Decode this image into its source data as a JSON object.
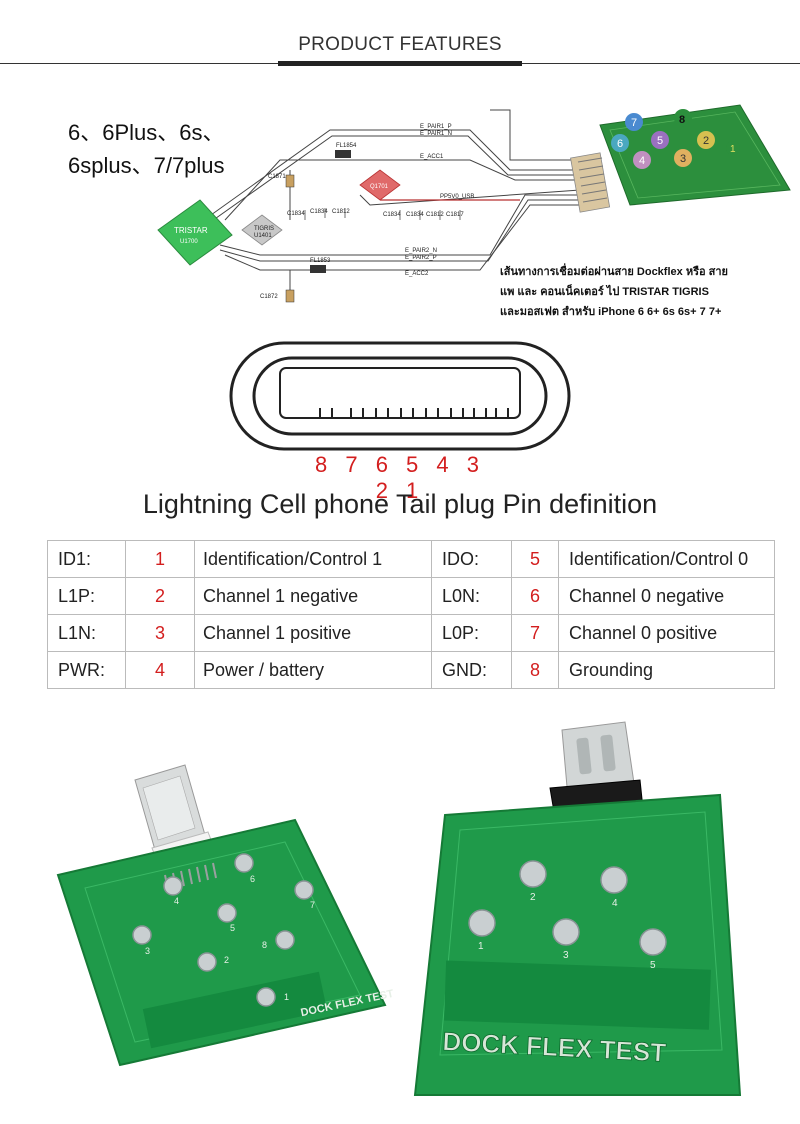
{
  "header": {
    "title": "PRODUCT FEATURES"
  },
  "models": {
    "line1": "6、6Plus、6s、",
    "line2": "6splus、7/7plus"
  },
  "schematic": {
    "nodes": {
      "tristar": "TRISTAR",
      "tristar_id": "U1700",
      "tigris": "TIGRIS",
      "tigris_id": "U1401",
      "q1701": "Q1701"
    },
    "labels": {
      "e_pair1_p": "E_PAIR1_P",
      "e_pair1_n": "E_PAIR1_N",
      "e_acc1": "E_ACC1",
      "pp": "PP5V0_USB",
      "e_pair2_n": "E_PAIR2_N",
      "e_pair2_p": "E_PAIR2_P",
      "e_acc2": "E_ACC2",
      "fl1854": "FL1854",
      "fl1853": "FL1853",
      "c1871": "C1871",
      "c1872": "C1872",
      "c1834": "C1834",
      "c1834b": "C1834",
      "c1812": "C1812",
      "c1834c": "C1834",
      "c1834d": "C1834",
      "c1812b": "C1812",
      "c1817": "C1817"
    },
    "pad_numbers": [
      "7",
      "8",
      "6",
      "5",
      "2",
      "4",
      "3",
      "1"
    ],
    "thai_note": {
      "line1": "เส้นทางการเชื่อมต่อผ่านสาย Dockflex หรือ สาย",
      "line2": "แพ และ คอนเน็คเตอร์ ไป TRISTAR TIGRIS",
      "line3": "และมอสเฟต สำหรับ iPhone 6 6+ 6s 6s+ 7 7+"
    }
  },
  "connector": {
    "pin_numbers": "8 7 6 5 4 3 2 1"
  },
  "section_title": "Lightning Cell phone Tail plug Pin definition",
  "pin_table": {
    "rows": [
      {
        "code": "ID1:",
        "num": "1",
        "desc": "Identification/Control 1",
        "code2": "IDO:",
        "num2": "5",
        "desc2": "Identification/Control 0"
      },
      {
        "code": "L1P:",
        "num": "2",
        "desc": "Channel 1 negative",
        "code2": "L0N:",
        "num2": "6",
        "desc2": "Channel 0 negative"
      },
      {
        "code": "L1N:",
        "num": "3",
        "desc": "Channel 1 positive",
        "code2": "L0P:",
        "num2": "7",
        "desc2": "Channel 0 positive"
      },
      {
        "code": "PWR:",
        "num": "4",
        "desc": "Power / battery",
        "code2": "GND:",
        "num2": "8",
        "desc2": "Grounding"
      }
    ]
  },
  "boards": {
    "left": {
      "label": "DOCK FLEX TEST",
      "pads": [
        "6",
        "4",
        "7",
        "5",
        "3",
        "8",
        "2",
        "1"
      ]
    },
    "right": {
      "label": "DOCK FLEX TEST",
      "pads": [
        "2",
        "4",
        "1",
        "3",
        "5"
      ]
    }
  },
  "colors": {
    "pcb_green": "#1f9a4a",
    "pad_silver": "#c9cfd1",
    "pin_red": "#d31e1e",
    "tristar_green": "#3dbf5a",
    "q_red": "#e06a6a"
  }
}
